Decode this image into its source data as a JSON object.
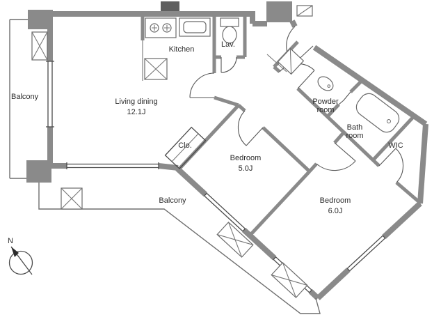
{
  "plan": {
    "type": "apartment-floor-plan",
    "colors": {
      "wall": "#8a8a8a",
      "wall_dark": "#5f5f5f",
      "line": "#4a4a4a",
      "text": "#2b2b2b",
      "background": "#ffffff"
    },
    "rooms": {
      "balcony_left": {
        "label": "Balcony"
      },
      "living": {
        "label": "Living dining",
        "size": "12.1J"
      },
      "kitchen": {
        "label": "Kitchen"
      },
      "lav": {
        "label": "Lav."
      },
      "powder": {
        "label": "Powder",
        "label2": "room"
      },
      "bath": {
        "label": "Bath",
        "label2": "room"
      },
      "wic": {
        "label": "WIC"
      },
      "bedroom5": {
        "label": "Bedroom",
        "size": "5.0J"
      },
      "bedroom6": {
        "label": "Bedroom",
        "size": "6.0J"
      },
      "closet": {
        "label": "Clo."
      },
      "balcony_bottom": {
        "label": "Balcony"
      }
    },
    "compass": {
      "label": "N"
    },
    "fixtures": [
      "toilet",
      "stove",
      "kitchen-sink",
      "refrigerator-space",
      "washer-space",
      "washbasin",
      "bathtub",
      "hatch-boxes",
      "meter-box"
    ]
  }
}
